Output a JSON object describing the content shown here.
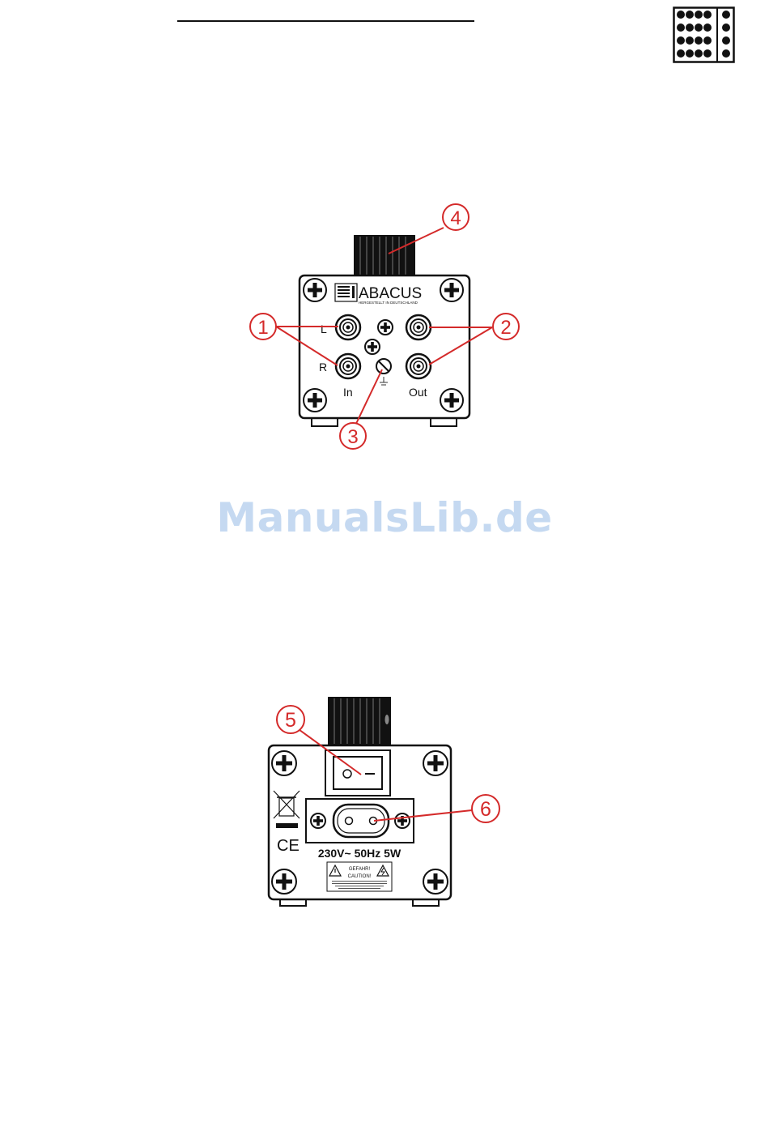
{
  "page": {
    "watermark": "ManualsLib.de"
  },
  "header": {
    "logo_icon": "abacus-beads-logo-icon"
  },
  "front_panel": {
    "brand": "ABACUS",
    "brand_subtitle": "HERGESTELLT IN DEUTSCHLAND",
    "label_left": "L",
    "label_right": "R",
    "label_in": "In",
    "label_out": "Out",
    "callouts": [
      "1",
      "2",
      "3",
      "4"
    ]
  },
  "back_panel": {
    "rating": "230V~ 50Hz 5W",
    "warning_danger": "GEFAHR!",
    "warning_caution": "CAUTION!",
    "ce_mark": "CE",
    "callouts": [
      "5",
      "6"
    ]
  },
  "colors": {
    "callout": "#d42a2a",
    "ink": "#111111",
    "watermark": "#c5d9f1"
  }
}
